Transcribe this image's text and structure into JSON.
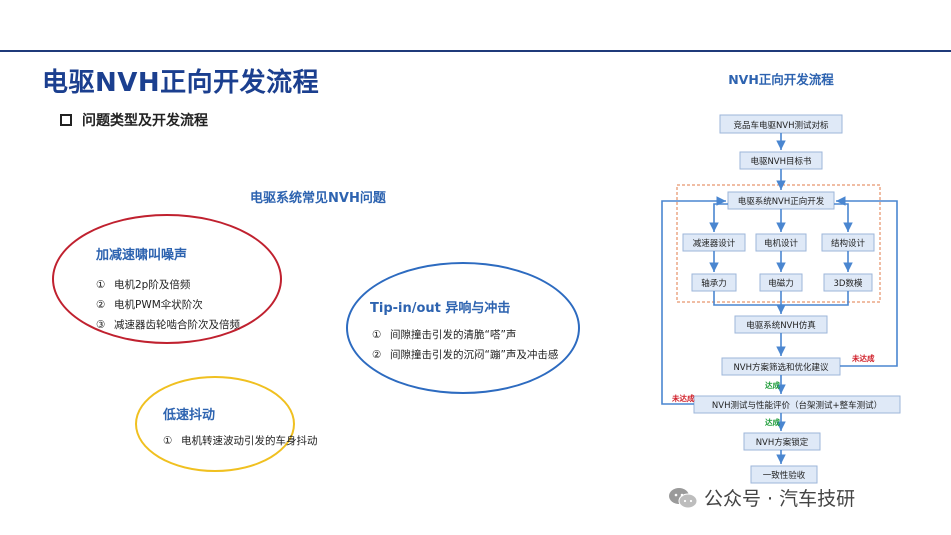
{
  "title": "电驱NVH正向开发流程",
  "subtitle": "问题类型及开发流程",
  "left_section_title": "电驱系统常见NVH问题",
  "groups": {
    "accel": {
      "title": "加减速啸叫噪声",
      "items": [
        {
          "num": "①",
          "text": "电机2p阶及倍频"
        },
        {
          "num": "②",
          "text": "电机PWM伞状阶次"
        },
        {
          "num": "③",
          "text": "减速器齿轮啮合阶次及倍频"
        }
      ]
    },
    "tipin": {
      "title": "Tip-in/out 异响与冲击",
      "items": [
        {
          "num": "①",
          "text": "间隙撞击引发的清脆“嗒”声"
        },
        {
          "num": "②",
          "text": "间隙撞击引发的沉闷“蹦”声及冲击感"
        }
      ]
    },
    "lowspeed": {
      "title": "低速抖动",
      "items": [
        {
          "num": "①",
          "text": "电机转速波动引发的车身抖动"
        }
      ]
    }
  },
  "flow": {
    "title": "NVH正向开发流程",
    "nodes": {
      "benchmark": "竞品车电驱NVH测试对标",
      "target": "电驱NVH目标书",
      "forward": "电驱系统NVH正向开发",
      "reducer": "减速器设计",
      "motor": "电机设计",
      "structure": "结构设计",
      "bearing": "轴承力",
      "emforce": "电磁力",
      "model3d": "3D数模",
      "sim": "电驱系统NVH仿真",
      "optimize": "NVH方案筛选和优化建议",
      "test": "NVH测试与性能评价（台架测试+整车测试）",
      "lock": "NVH方案锁定",
      "verify": "一致性验收"
    },
    "labels": {
      "reached": "达成",
      "not_reached": "未达成"
    }
  },
  "watermark": "公众号 · 汽车技研",
  "colors": {
    "accent": "#1b3f8f",
    "node_fill": "#dfe9f7",
    "node_stroke": "#9db6da",
    "arrow": "#4a86d0",
    "fail": "#d0202a",
    "pass": "#1f9d3a",
    "dashed": "#e07b4a"
  }
}
